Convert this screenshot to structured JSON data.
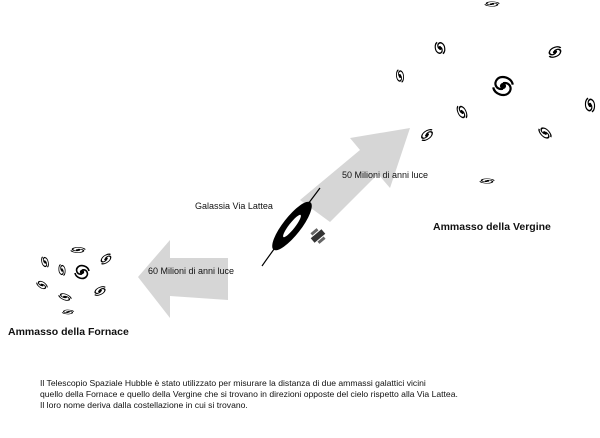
{
  "labels": {
    "milky_way": "Galassia Via Lattea",
    "virgo_distance": "50 Milioni di anni luce",
    "fornax_distance": "60 Milioni di anni luce",
    "virgo_cluster": "Ammasso della Vergine",
    "fornax_cluster": "Ammasso della Fornace"
  },
  "caption": [
    " Il Telescopio Spaziale Hubble è stato utilizzato per misurare la distanza di due ammassi galattici vicini",
    "quello della Fornace e quello della Vergine che si trovano in direzioni opposte del cielo rispetto alla Via Lattea.",
    "Il loro nome deriva dalla costellazione in cui si trovano."
  ],
  "colors": {
    "arrow": "#d6d6d6",
    "ink": "#000000"
  }
}
